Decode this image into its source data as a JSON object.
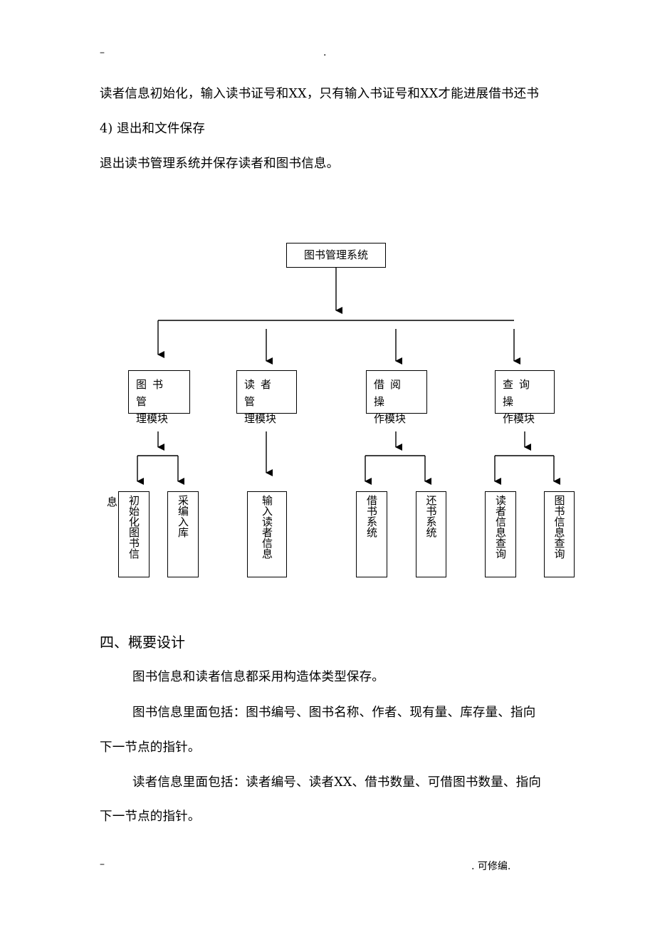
{
  "header": {
    "left_mark": "–",
    "center_mark": "."
  },
  "paragraphs": {
    "p1": "读者信息初始化，输入读书证号和XX，只有输入书证号和XX才能进展借书还书",
    "p2": "4)  退出和文件保存",
    "p3": "退出读书管理系统并保存读者和图书信息。"
  },
  "diagram": {
    "root": "图书管理系统",
    "modules": [
      {
        "line1": "图书管",
        "line2": "理模块"
      },
      {
        "line1": "读者管",
        "line2": "理模块"
      },
      {
        "line1": "借阅操",
        "line2": "作模块"
      },
      {
        "line1": "查询操",
        "line2": "作模块"
      }
    ],
    "leaves": [
      "初始化图书信",
      "采编入库",
      "输入读者信息",
      "借书系统",
      "还书系统",
      "读者信息查询",
      "图书信息查询"
    ],
    "overflow_char": "息"
  },
  "section": {
    "heading": "四、概要设计",
    "s1": "图书信息和读者信息都采用构造体类型保存。",
    "s2a": "图书信息里面包括：图书编号、图书名称、作者、现有量、库存量、指向",
    "s2b": "下一节点的指针。",
    "s3a": "读者信息里面包括：读者编号、读者XX、借书数量、可借图书数量、指向",
    "s3b": "下一节点的指针。"
  },
  "footer": {
    "left_mark": "–",
    "right_text": ". 可修编."
  }
}
